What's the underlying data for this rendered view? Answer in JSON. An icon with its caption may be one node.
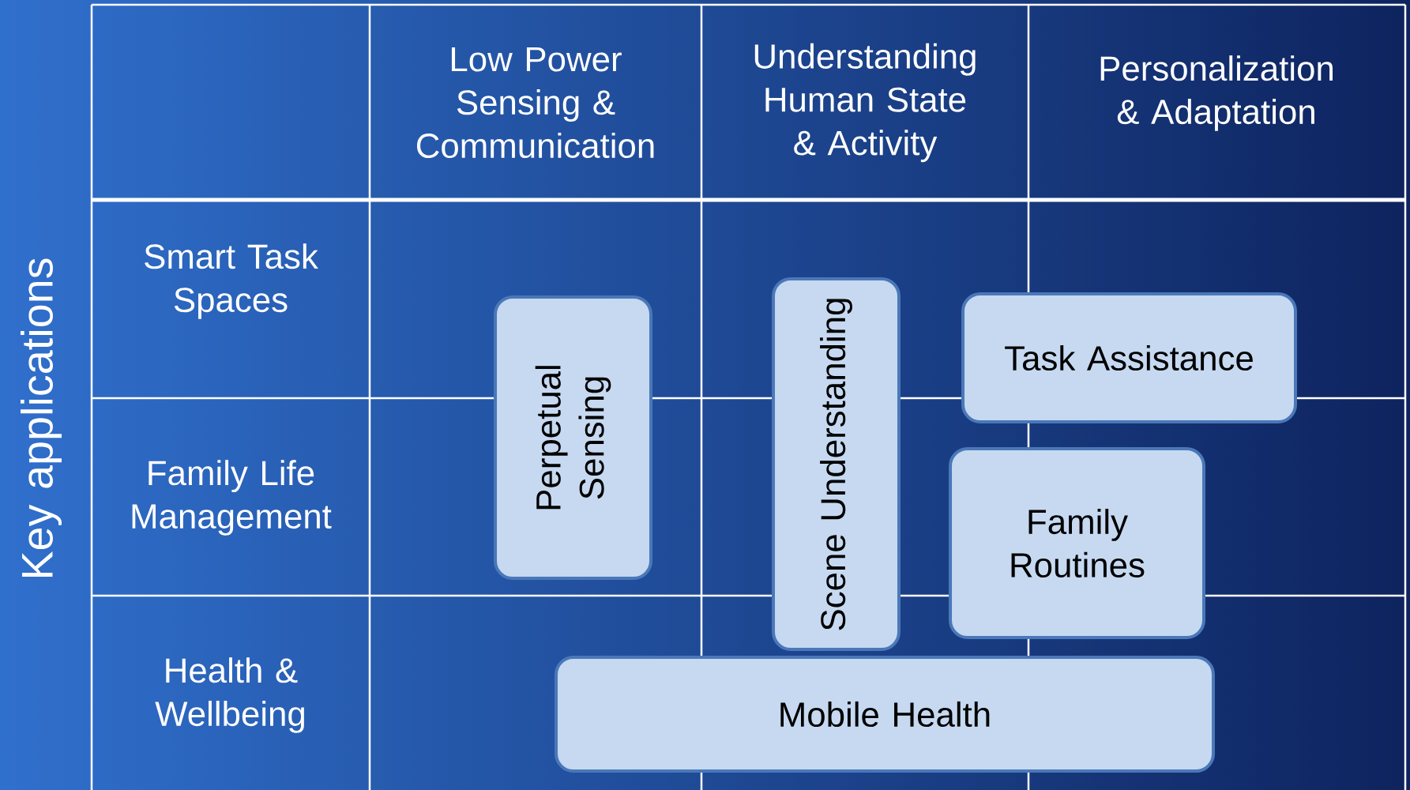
{
  "diagram": {
    "nodes": [
      {
        "text": [
          "Perpetual Sensing"
        ]
      },
      {
        "text": [
          "Scene Understanding"
        ]
      },
      {
        "text": [
          "Task Assistance"
        ]
      },
      {
        "text": [
          "Family Routines"
        ]
      },
      {
        "text": [
          "Mobile Health"
        ]
      }
    ],
    "labels": [
      "Low Power Sensing & Communication",
      "Understanding Human State & Activity",
      "Personalization & Adaptation",
      "Key applications",
      "Smart Task Spaces",
      "Family Life Management",
      "Health & Wellbeing"
    ]
  }
}
